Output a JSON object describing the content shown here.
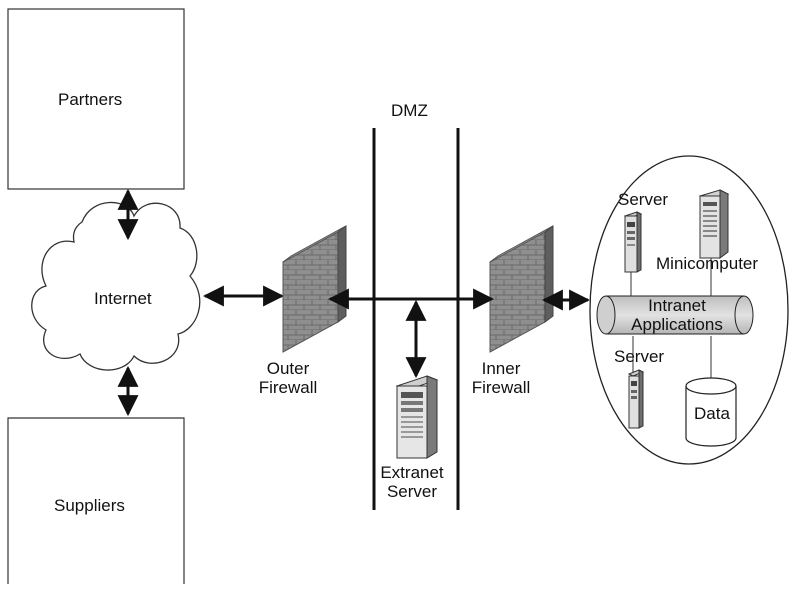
{
  "diagram": {
    "dmz_label": "DMZ",
    "partners_label": "Partners",
    "suppliers_label": "Suppliers",
    "internet_label": "Internet",
    "outer_firewall_label": "Outer\nFirewall",
    "inner_firewall_label": "Inner\nFirewall",
    "extranet_server_label": "Extranet\nServer",
    "intranet": {
      "server_top_label": "Server",
      "minicomputer_label": "Minicomputer",
      "applications_label": "Intranet\nApplications",
      "server_bottom_label": "Server",
      "data_label": "Data"
    }
  },
  "colors": {
    "line": "#111111",
    "firewall": "#8c8c8c",
    "firewall_dark": "#5a5a5a",
    "pipe": "#d4d4d4",
    "server_body": "#e6e6e6"
  }
}
